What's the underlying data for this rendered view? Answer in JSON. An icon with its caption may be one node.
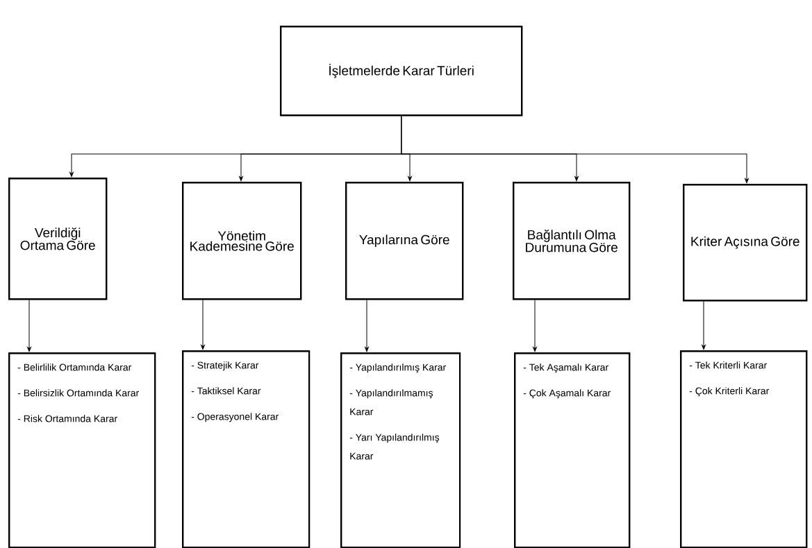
{
  "diagram": {
    "nodes": [
      {
        "text": [
          "İşletmelerde Karar Türleri"
        ]
      },
      {
        "text": [
          "Verildiği Ortama Göre"
        ]
      },
      {
        "text": [
          "Yönetim Kademesine Göre"
        ]
      },
      {
        "text": [
          "Yapılarına Göre"
        ]
      },
      {
        "text": [
          "Bağlantılı Olma Durumuna Göre"
        ]
      },
      {
        "text": [
          "Kriter Açısına Göre"
        ]
      },
      {
        "text": [
          "- Belirlilik Ortamında Karar",
          "- Belirsizlik Ortamında Karar",
          "-  Risk Ortamında Karar"
        ]
      },
      {
        "text": [
          "- Stratejik Karar",
          "- Taktiksel Karar",
          "- Operasyonel Karar"
        ]
      },
      {
        "text": [
          "- Yapılandırılmış Karar",
          "- Yapılandırılmamış Karar",
          "- Yarı Yapılandırılmış Karar"
        ]
      },
      {
        "text": [
          "- Tek Aşamalı Karar",
          "- Çok Aşamalı Karar"
        ]
      },
      {
        "text": [
          "- Tek Kriterli Karar",
          "- Çok Kriterli Karar"
        ]
      }
    ],
    "edges": [
      {
        "from": 0,
        "to": 1,
        "arrow": "to"
      },
      {
        "from": 0,
        "to": 2,
        "arrow": "to"
      },
      {
        "from": 0,
        "to": 3,
        "arrow": "to"
      },
      {
        "from": 0,
        "to": 4,
        "arrow": "to"
      },
      {
        "from": 0,
        "to": 5,
        "arrow": "to"
      },
      {
        "from": 1,
        "to": 6,
        "arrow": "to"
      },
      {
        "from": 2,
        "to": 7,
        "arrow": "to"
      },
      {
        "from": 3,
        "to": 8,
        "arrow": "to"
      },
      {
        "from": 4,
        "to": 9,
        "arrow": "to"
      },
      {
        "from": 5,
        "to": 10,
        "arrow": "to"
      }
    ]
  }
}
